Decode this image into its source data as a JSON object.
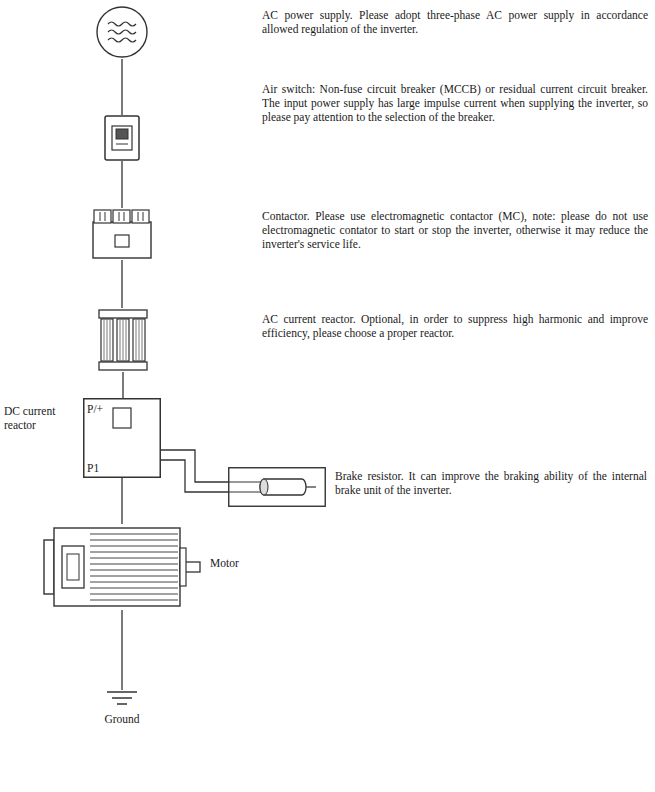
{
  "diagram": {
    "nodes": [
      {
        "text": [
          "AC power supply. Please adopt three-phase AC power supply in accordance allowed regulation of the inverter."
        ]
      },
      {
        "text": [
          "Air switch: Non-fuse circuit breaker (MCCB) or residual current circuit breaker. The input power supply has large impulse current when supplying the inverter, so please pay attention to the selection of the breaker."
        ]
      },
      {
        "text": [
          "Contactor. Please use electromagnetic contactor (MC), note: please do not use electromagnetic contator to start or stop the inverter, otherwise it may reduce the inverter's service life."
        ]
      },
      {
        "text": [
          "AC current reactor. Optional, in order to suppress high harmonic and improve efficiency, please choose a proper reactor."
        ]
      },
      {
        "text": [
          "DC current reactor",
          "P/+",
          "P1"
        ]
      },
      {
        "text": [
          "Brake resistor. It can improve the braking ability of the internal brake unit of the inverter."
        ]
      },
      {
        "text": [
          "Motor"
        ]
      },
      {
        "text": [
          "Ground"
        ]
      }
    ],
    "edges": [
      {
        "from": 0,
        "to": 1,
        "arrow": "none"
      },
      {
        "from": 1,
        "to": 2,
        "arrow": "none"
      },
      {
        "from": 2,
        "to": 3,
        "arrow": "none"
      },
      {
        "from": 3,
        "to": 4,
        "arrow": "none"
      },
      {
        "from": 4,
        "to": 5,
        "arrow": "none"
      },
      {
        "from": 4,
        "to": 6,
        "arrow": "none"
      },
      {
        "from": 6,
        "to": 7,
        "arrow": "none"
      }
    ]
  }
}
